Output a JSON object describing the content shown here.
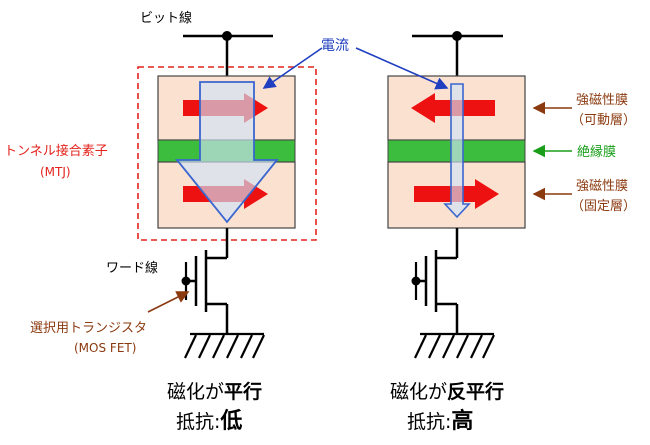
{
  "labels": {
    "bit_line": "ビット線",
    "current": "電流",
    "mtj_name": "トンネル接合素子",
    "mtj_abbr": "(MTJ)",
    "word_line": "ワード線",
    "transistor_name": "選択用トランジスタ",
    "transistor_abbr": "(MOS FET)",
    "free_layer_line1": "強磁性膜",
    "free_layer_line2": "（可動層）",
    "insulator": "絶縁膜",
    "fixed_layer_line1": "強磁性膜",
    "fixed_layer_line2": "（固定層）"
  },
  "parallel_state": {
    "magnetization_prefix": "磁化が",
    "magnetization_value": "平行",
    "resistance_prefix": "抵抗:",
    "resistance_value": "低"
  },
  "antiparallel_state": {
    "magnetization_prefix": "磁化が",
    "magnetization_value": "反平行",
    "resistance_prefix": "抵抗:",
    "resistance_value": "高"
  },
  "colors": {
    "layer_fill": "#fbe1cf",
    "insulator": "#3dbd3d",
    "magnet_arrow": "#ee1111",
    "current_arrow_fill": "#cfe3f7",
    "current_arrow_stroke": "#3a66d0",
    "mtj_box": "#e4231c",
    "brown_label": "#8b3a0f",
    "green_label": "#1a9e1a",
    "blue_label": "#1f3fc0"
  }
}
